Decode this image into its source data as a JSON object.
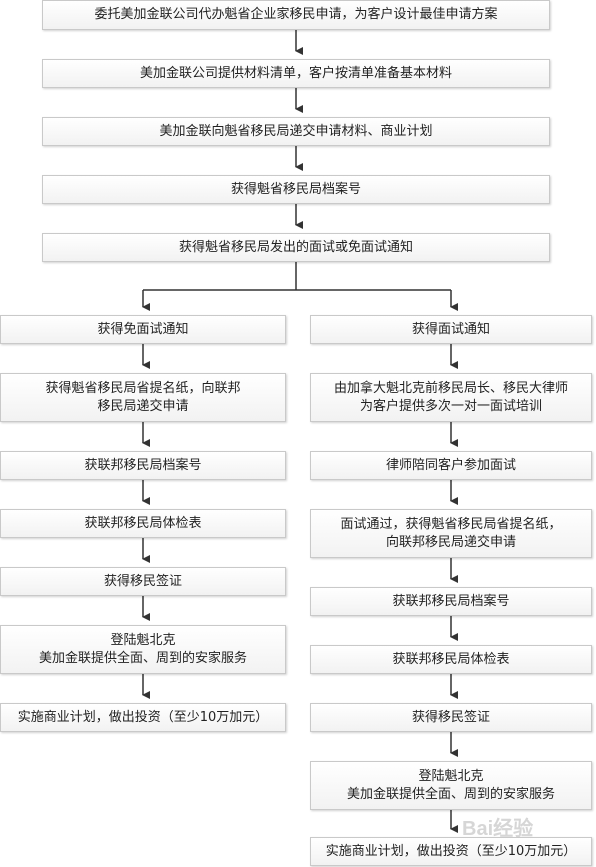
{
  "steps": {
    "s1": "委托美加金联公司代办魁省企业家移民申请，为客户设计最佳申请方案",
    "s2": "美加金联公司提供材料清单，客户按清单准备基本材料",
    "s3": "美加金联向魁省移民局递交申请材料、商业计划",
    "s4": "获得魁省移民局档案号",
    "s5": "获得魁省移民局发出的面试或免面试通知"
  },
  "left": {
    "l1": "获得免面试通知",
    "l2": [
      "获得魁省移民局省提名纸，向联邦",
      "移民局递交申请"
    ],
    "l3": "获联邦移民局档案号",
    "l4": "获联邦移民局体检表",
    "l5": "获得移民签证",
    "l6": [
      "登陆魁北克",
      "美加金联提供全面、周到的安家服务"
    ],
    "l7": "实施商业计划，做出投资（至少10万加元）"
  },
  "right": {
    "r1": "获得面试通知",
    "r2": [
      "由加拿大魁北克前移民局长、移民大律师",
      "为客户提供多次一对一面试培训"
    ],
    "r3": "律师陪同客户参加面试",
    "r4": [
      "面试通过，获得魁省移民局省提名纸，",
      "向联邦移民局递交申请"
    ],
    "r5": "获联邦移民局档案号",
    "r6": "获联邦移民局体检表",
    "r7": "获得移民签证",
    "r8": [
      "登陆魁北克",
      "美加金联提供全面、周到的安家服务"
    ],
    "r9": "实施商业计划，做出投资（至少10万加元）"
  },
  "watermark": "Bai经验"
}
